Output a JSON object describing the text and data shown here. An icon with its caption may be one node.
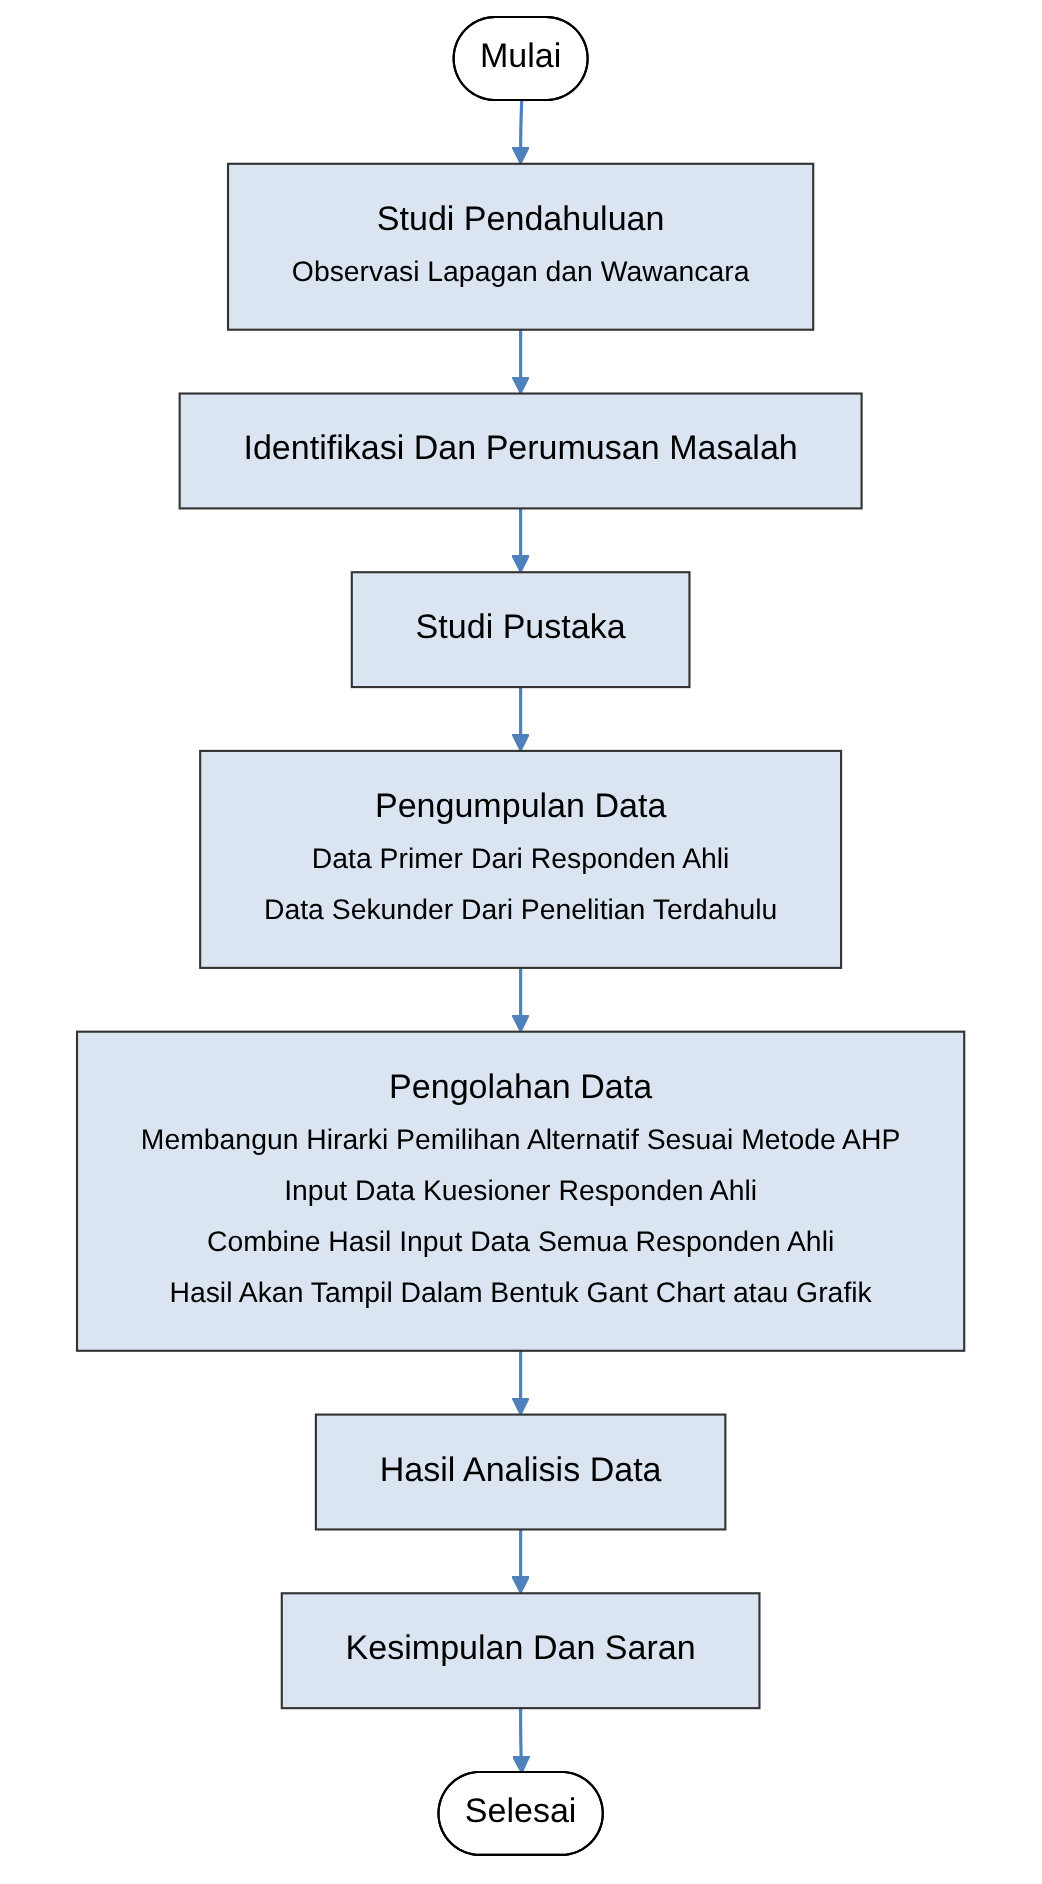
{
  "diagram": {
    "nodes": [
      {
        "text": [
          "Mulai"
        ]
      },
      {
        "text": [
          "Studi Pendahuluan",
          "Observasi Lapagan dan Wawancara"
        ]
      },
      {
        "text": [
          "Identifikasi Dan Perumusan Masalah"
        ]
      },
      {
        "text": [
          "Studi Pustaka"
        ]
      },
      {
        "text": [
          "Pengumpulan Data",
          "Data Primer Dari Responden Ahli",
          "Data Sekunder Dari Penelitian Terdahulu"
        ]
      },
      {
        "text": [
          "Pengolahan Data",
          "Membangun Hirarki Pemilihan Alternatif Sesuai Metode AHP",
          "Input Data Kuesioner Responden Ahli",
          "Combine Hasil Input Data Semua Responden Ahli",
          "Hasil Akan Tampil Dalam Bentuk Gant Chart atau Grafik"
        ]
      },
      {
        "text": [
          "Hasil Analisis Data"
        ]
      },
      {
        "text": [
          "Kesimpulan Dan Saran"
        ]
      },
      {
        "text": [
          "Selesai"
        ]
      }
    ],
    "edges": [
      {
        "from": 0,
        "to": 1,
        "arrow": "to"
      },
      {
        "from": 1,
        "to": 2,
        "arrow": "to"
      },
      {
        "from": 2,
        "to": 3,
        "arrow": "to"
      },
      {
        "from": 3,
        "to": 4,
        "arrow": "to"
      },
      {
        "from": 4,
        "to": 5,
        "arrow": "to"
      },
      {
        "from": 5,
        "to": 6,
        "arrow": "to"
      },
      {
        "from": 6,
        "to": 7,
        "arrow": "to"
      },
      {
        "from": 7,
        "to": 8,
        "arrow": "to"
      }
    ]
  }
}
